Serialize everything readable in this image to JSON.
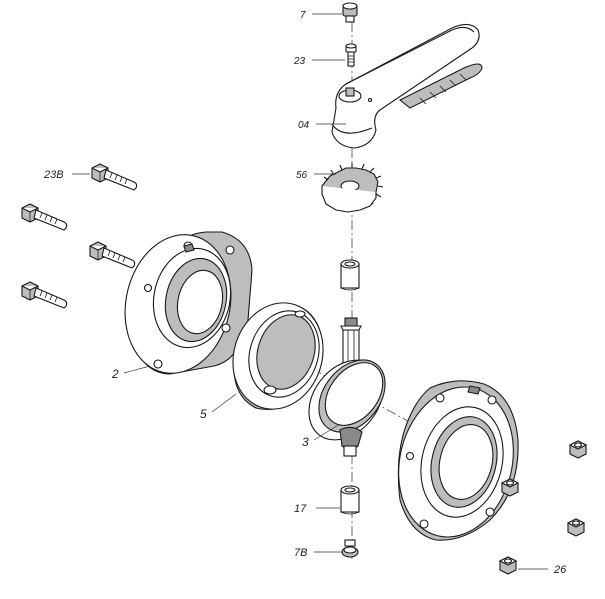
{
  "labels": {
    "p7": "7",
    "p23": "23",
    "p04": "04",
    "p56": "56",
    "p23b": "23B",
    "p2": "2",
    "p5": "5",
    "p3": "3",
    "p17": "17",
    "p7b": "7B",
    "p26": "26"
  }
}
